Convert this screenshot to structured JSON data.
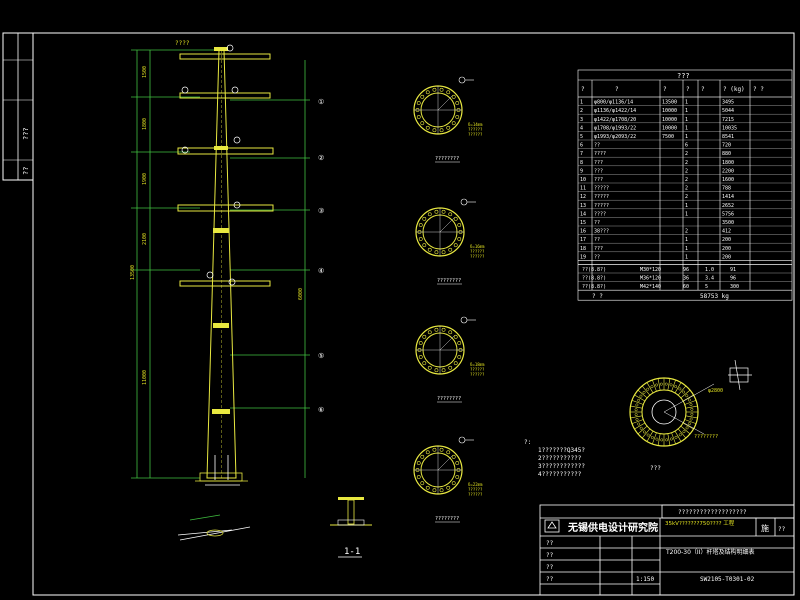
{
  "colors": {
    "background": "#000000",
    "frame": "#ffffff",
    "pole": "#e8e840",
    "dimension": "#40c040",
    "dim_text": "#e0e020",
    "crossarm": "#e8e840",
    "ring": "#e8e840",
    "table": "#ffffff",
    "accent": "#40e0e0"
  },
  "left_strip": {
    "cells": [
      "???",
      "??"
    ]
  },
  "pole_diagram": {
    "top_label": "????",
    "dim_labels": [
      "1500",
      "1800",
      "1900",
      "2100",
      "13500",
      "11000",
      "6000"
    ],
    "markers": [
      "①",
      "②",
      "③",
      "④",
      "⑤",
      "⑥"
    ],
    "section_label": "1-1"
  },
  "sections": [
    {
      "title": "????????",
      "notes": [
        "δ=14mm",
        "??????",
        "??????"
      ]
    },
    {
      "title": "????????",
      "notes": [
        "δ=16mm",
        "??????",
        "??????"
      ]
    },
    {
      "title": "????????",
      "notes": [
        "δ=18mm",
        "??????",
        "??????"
      ]
    },
    {
      "title": "????????",
      "notes": [
        "δ=22mm",
        "??????",
        "??????"
      ]
    }
  ],
  "material_table": {
    "title": "???",
    "headers": [
      "?",
      "?",
      "?",
      "?",
      "?",
      "? (kg)",
      "? ?"
    ],
    "rows": [
      [
        "1",
        "φ800/φ1136/14",
        "13500",
        "1",
        "3495"
      ],
      [
        "2",
        "φ1136/φ1422/14",
        "10000",
        "1",
        "5044"
      ],
      [
        "3",
        "φ1422/φ1708/20",
        "10000",
        "1",
        "7215"
      ],
      [
        "4",
        "φ1708/φ1993/22",
        "10000",
        "1",
        "10035"
      ],
      [
        "5",
        "φ1993/φ2093/22",
        "7500",
        "1",
        "8541"
      ],
      [
        "6",
        "??",
        "",
        "6",
        "720"
      ],
      [
        "7",
        "????",
        "",
        "2",
        "880"
      ],
      [
        "8",
        "???",
        "",
        "2",
        "1800"
      ],
      [
        "9",
        "???",
        "",
        "2",
        "2200"
      ],
      [
        "10",
        "???",
        "",
        "2",
        "1600"
      ],
      [
        "11",
        "?????",
        "",
        "2",
        "788"
      ],
      [
        "12",
        "?????",
        "",
        "2",
        "1414"
      ],
      [
        "13",
        "?????",
        "",
        "1",
        "2652"
      ],
      [
        "14",
        "????",
        "",
        "1",
        "5756"
      ],
      [
        "15",
        "??",
        "",
        "",
        "3500"
      ],
      [
        "16",
        "38???",
        "",
        "2",
        "412"
      ],
      [
        "17",
        "??",
        "",
        "1",
        "200"
      ],
      [
        "18",
        "???",
        "",
        "1",
        "200"
      ],
      [
        "19",
        "??",
        "",
        "1",
        "200"
      ]
    ],
    "bolt_rows": [
      [
        "??(8.8?)",
        "M30*120",
        "96",
        "1.0",
        "91"
      ],
      [
        "??(8.8?)",
        "M36*120",
        "36",
        "3.4",
        "96"
      ],
      [
        "??(8.8?)",
        "M42*140",
        "60",
        "5",
        "300"
      ]
    ],
    "total_label": "?   ?",
    "total_value": "58753 kg"
  },
  "notes": {
    "heading": "?:",
    "lines": [
      "1???????Q345?",
      "2???????????",
      "3????????????",
      "4???????????"
    ]
  },
  "base_plate": {
    "label": "???",
    "dim": "φ2800",
    "bolt_label": "????????"
  },
  "title_block": {
    "top_row": "???????????????????",
    "company": "无锡供电设计研究院",
    "project": "35kV???????750???? 工程",
    "stage": "施",
    "drawing_title": "T200-30（II）杆塔及结构明细表",
    "drawing_no": "SW2105-T0301-02",
    "scale": "1:150",
    "sign_cells": [
      "??",
      "??",
      "??",
      "??"
    ],
    "right_cells": [
      "??"
    ]
  }
}
